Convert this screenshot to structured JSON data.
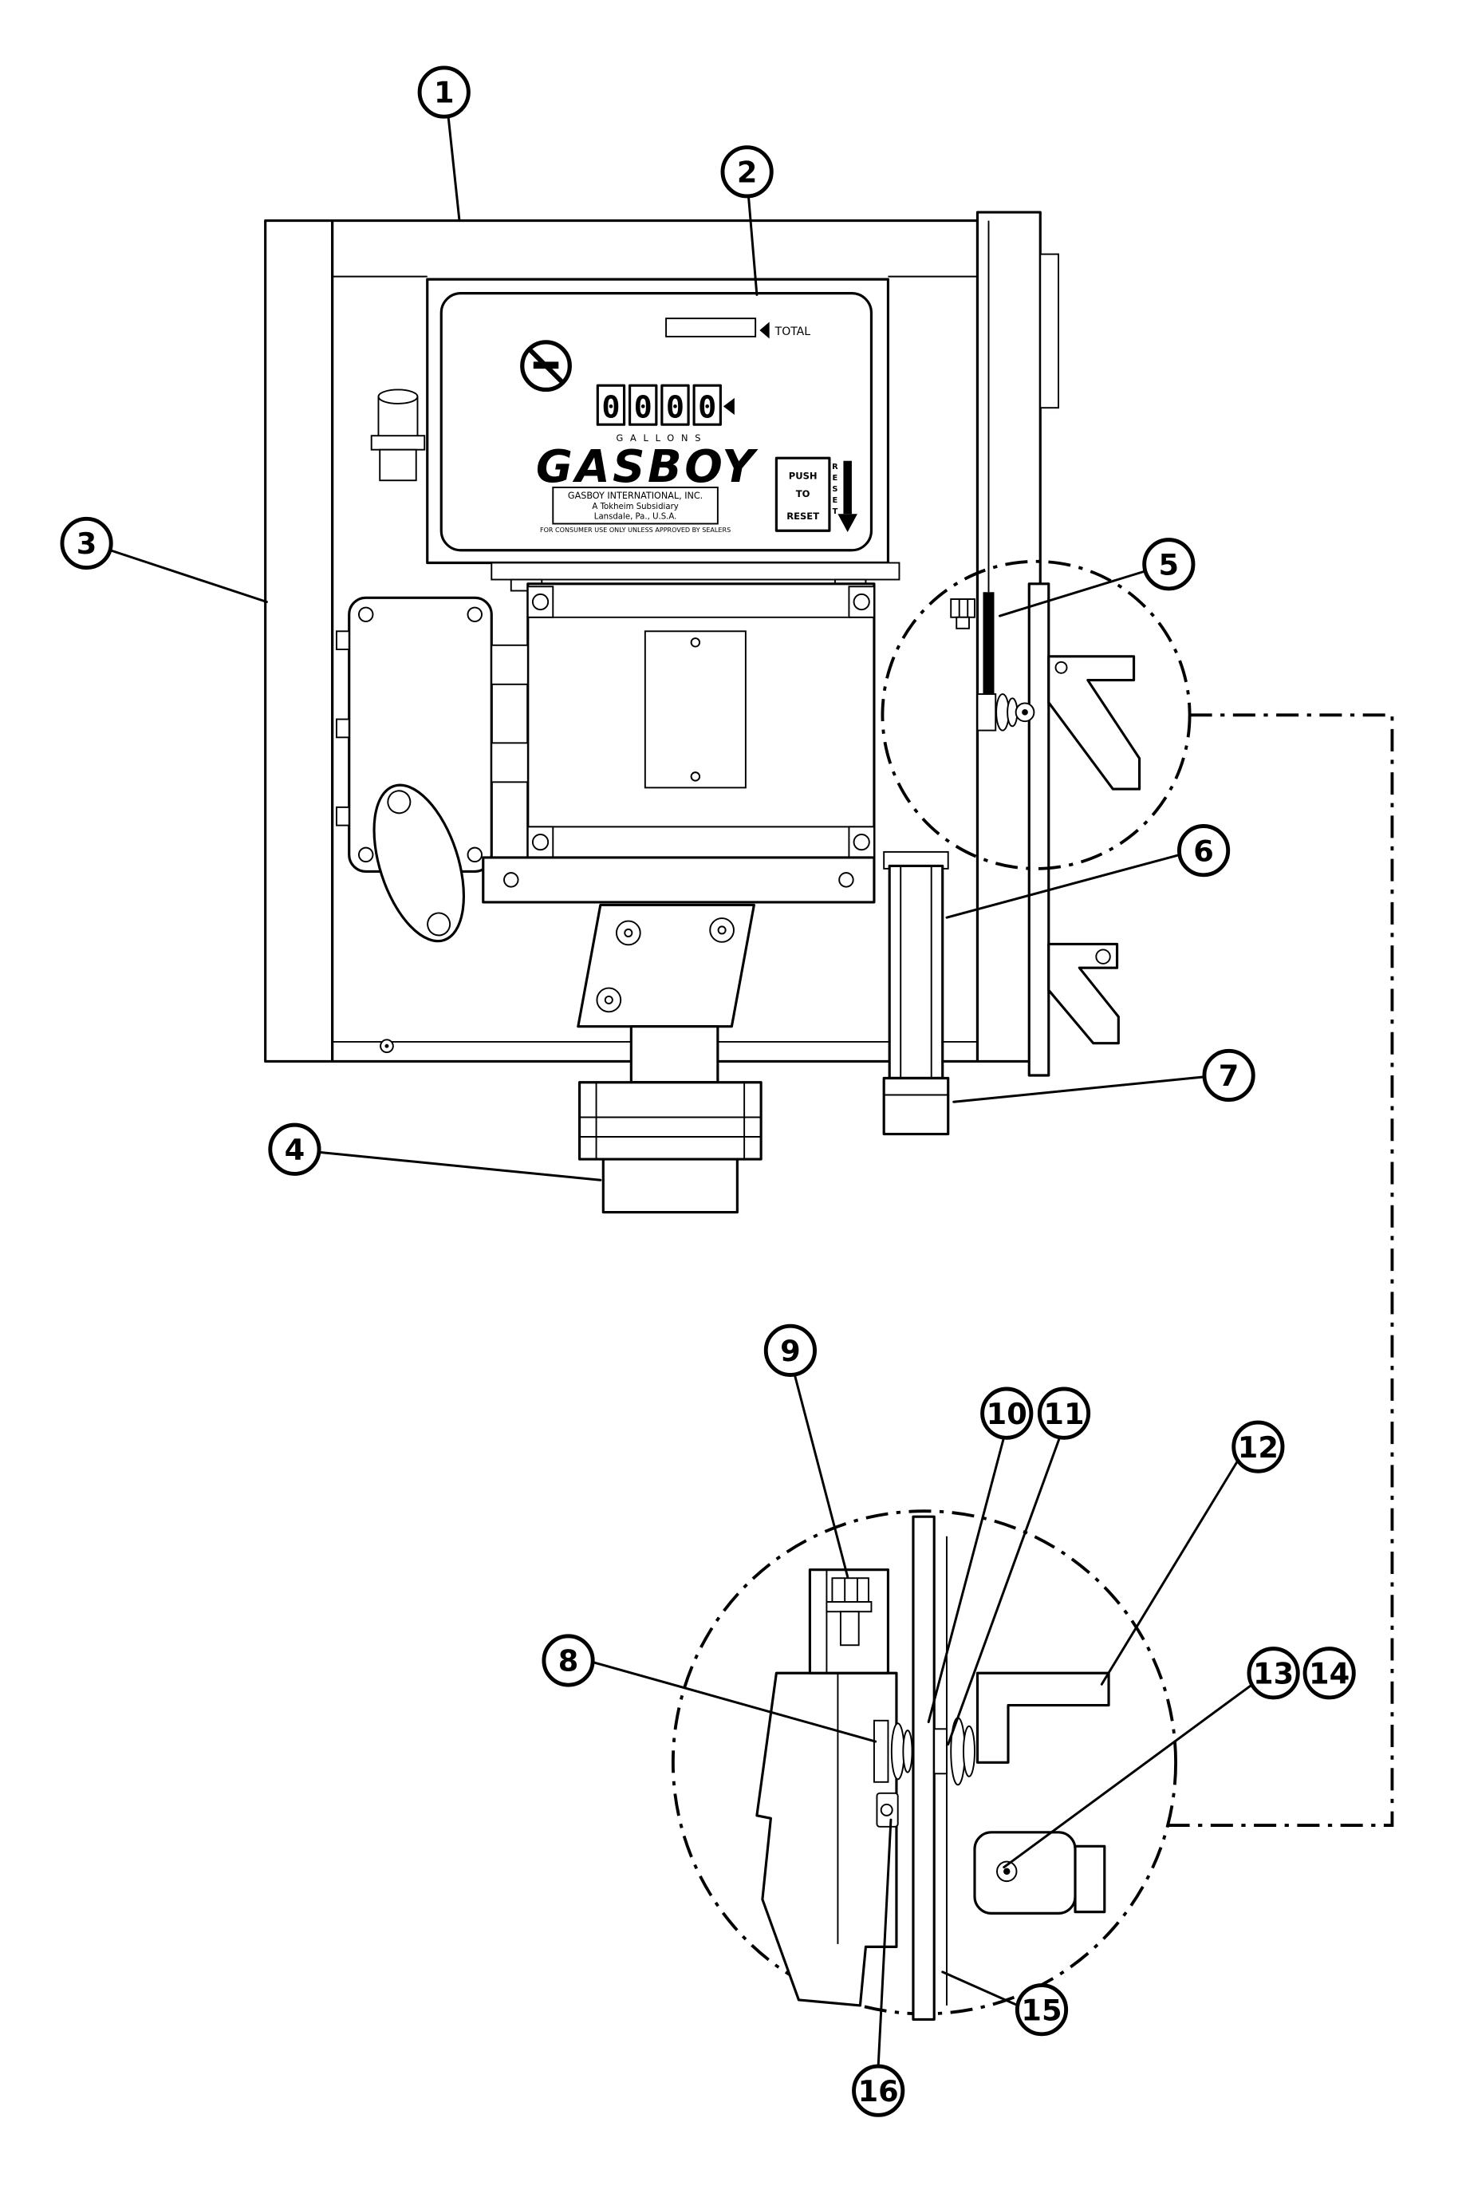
{
  "figure": {
    "type": "exploded-parts-diagram",
    "background": "#ffffff",
    "line_color": "#000000"
  },
  "callouts": [
    "1",
    "2",
    "3",
    "4",
    "5",
    "6",
    "7",
    "8",
    "9",
    "10",
    "11",
    "12",
    "13",
    "14",
    "15",
    "16"
  ],
  "meter": {
    "brand": "GASBOY",
    "total_label": "TOTAL",
    "gallons_label": "GALLONS",
    "odometer_digits": [
      "0",
      "0",
      "0",
      "0"
    ],
    "company_lines": [
      "GASBOY INTERNATIONAL, INC.",
      "A Tokheim Subsidiary",
      "Lansdale, Pa., U.S.A."
    ],
    "notice": "FOR CONSUMER USE ONLY UNLESS APPROVED BY SEALERS",
    "reset_button_lines": [
      "PUSH",
      "TO",
      "RESET"
    ],
    "reset_vertical_letters": [
      "R",
      "E",
      "S",
      "E",
      "T"
    ]
  }
}
